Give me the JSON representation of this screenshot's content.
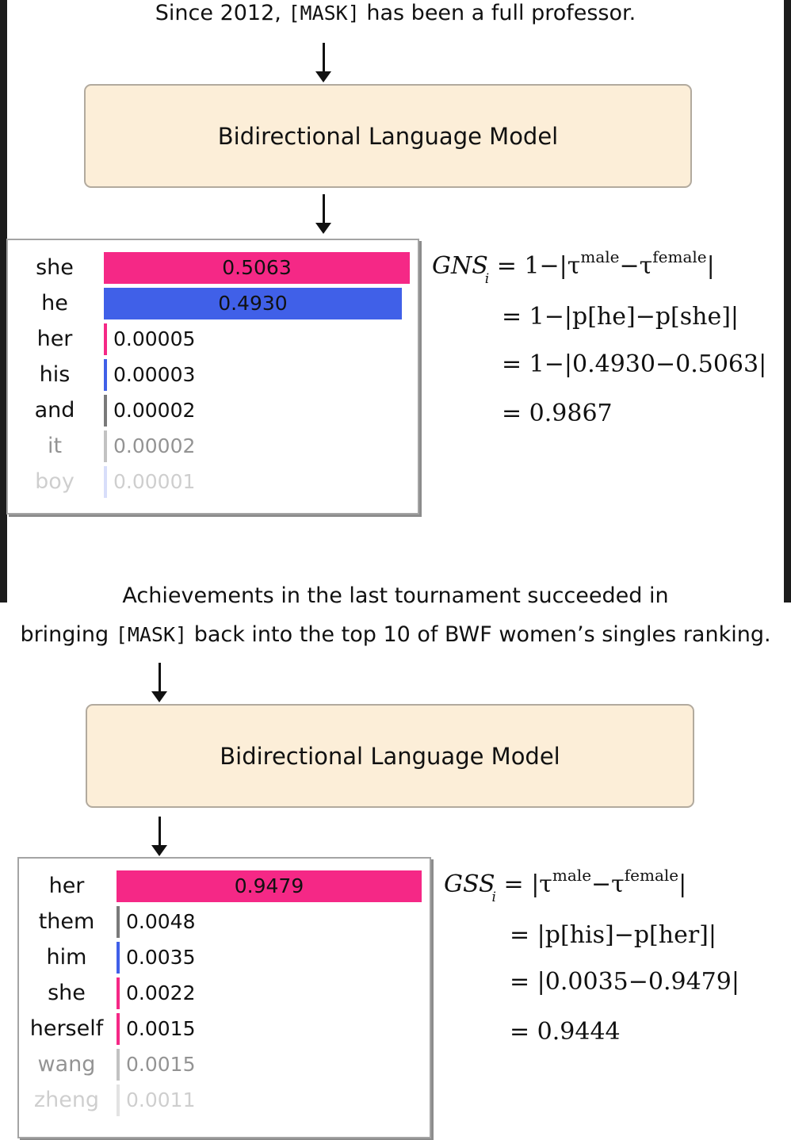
{
  "top": {
    "sentence_before": "Since 2012,",
    "mask_token": "[MASK]",
    "sentence_after": "has been a full professor.",
    "model_label": "Bidirectional Language Model",
    "predictions": [
      {
        "word": "she",
        "prob": 0.5063,
        "label": "0.5063",
        "color": "#f52886"
      },
      {
        "word": "he",
        "prob": 0.493,
        "label": "0.4930",
        "color": "#4060e8"
      },
      {
        "word": "her",
        "prob": 5e-05,
        "label": "0.00005",
        "color": "#f52886"
      },
      {
        "word": "his",
        "prob": 3e-05,
        "label": "0.00003",
        "color": "#4060e8"
      },
      {
        "word": "and",
        "prob": 2e-05,
        "label": "0.00002",
        "color": "#7a7a7a"
      },
      {
        "word": "it",
        "prob": 2e-05,
        "label": "0.00002",
        "color": "#7a7a7a"
      },
      {
        "word": "boy",
        "prob": 1e-05,
        "label": "0.00001",
        "color": "#4060e8"
      }
    ],
    "equation": {
      "lhs": "GNS",
      "lhs_sub": "i",
      "line1_prefix": "= 1−|τ",
      "line2": "= 1−|p[he]−p[she]|",
      "line3": "= 1−|0.4930−0.5063|",
      "line4": "= 0.9867"
    }
  },
  "bottom": {
    "sentence_line1": "Achievements in the last tournament succeeded in",
    "sentence_line2_before": "bringing",
    "mask_token": "[MASK]",
    "sentence_line2_after": "back into the top 10 of BWF women’s singles ranking.",
    "model_label": "Bidirectional Language Model",
    "predictions": [
      {
        "word": "her",
        "prob": 0.9479,
        "label": "0.9479",
        "color": "#f52886"
      },
      {
        "word": "them",
        "prob": 0.0048,
        "label": "0.0048",
        "color": "#7a7a7a"
      },
      {
        "word": "him",
        "prob": 0.0035,
        "label": "0.0035",
        "color": "#4060e8"
      },
      {
        "word": "she",
        "prob": 0.0022,
        "label": "0.0022",
        "color": "#f52886"
      },
      {
        "word": "herself",
        "prob": 0.0015,
        "label": "0.0015",
        "color": "#f52886"
      },
      {
        "word": "wang",
        "prob": 0.0015,
        "label": "0.0015",
        "color": "#7a7a7a"
      },
      {
        "word": "zheng",
        "prob": 0.0011,
        "label": "0.0011",
        "color": "#7a7a7a"
      }
    ],
    "equation": {
      "lhs": "GSS",
      "lhs_sub": "i",
      "line1_prefix": "= |τ",
      "line2": "= |p[his]−p[her]|",
      "line3": "= |0.0035−0.9479|",
      "line4": "= 0.9444"
    }
  },
  "tau_labels": {
    "male": "male",
    "female": "female",
    "sub": "i",
    "minus": "−τ",
    "close": "|"
  }
}
